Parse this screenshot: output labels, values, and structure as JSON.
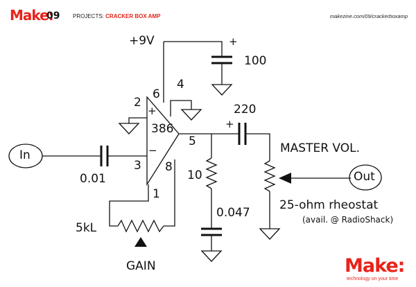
{
  "header": {
    "brand": "Make:",
    "issue": "09",
    "section_prefix": "PROJECTS:",
    "section_title": "CRACKER BOX AMP",
    "url": "makezine.com/09/crackerboxamp"
  },
  "schematic": {
    "supply_label": "+9V",
    "chip_label": "386",
    "pins": {
      "p1": "1",
      "p2": "2",
      "p3": "3",
      "p4": "4",
      "p5": "5",
      "p6": "6",
      "p8": "8"
    },
    "pin_plus": "+",
    "pin_minus": "−",
    "supply_cap_value": "100",
    "supply_cap_polarity": "+",
    "output_cap_value": "220",
    "output_cap_polarity": "+",
    "input_cap_value": "0.01",
    "resistor_value": "10",
    "zobel_cap_value": "0.047",
    "gain_pot_label": "5kL",
    "gain_label": "GAIN",
    "volume_label": "MASTER VOL.",
    "rheostat_label": "25-ohm rheostat",
    "rheostat_note": "(avail. @ RadioShack)",
    "input_label": "In",
    "output_label": "Out"
  },
  "footer": {
    "brand": "Make:",
    "tagline": "technology on your time"
  },
  "colors": {
    "brand_red": "#e8231a",
    "ink": "#111111"
  }
}
